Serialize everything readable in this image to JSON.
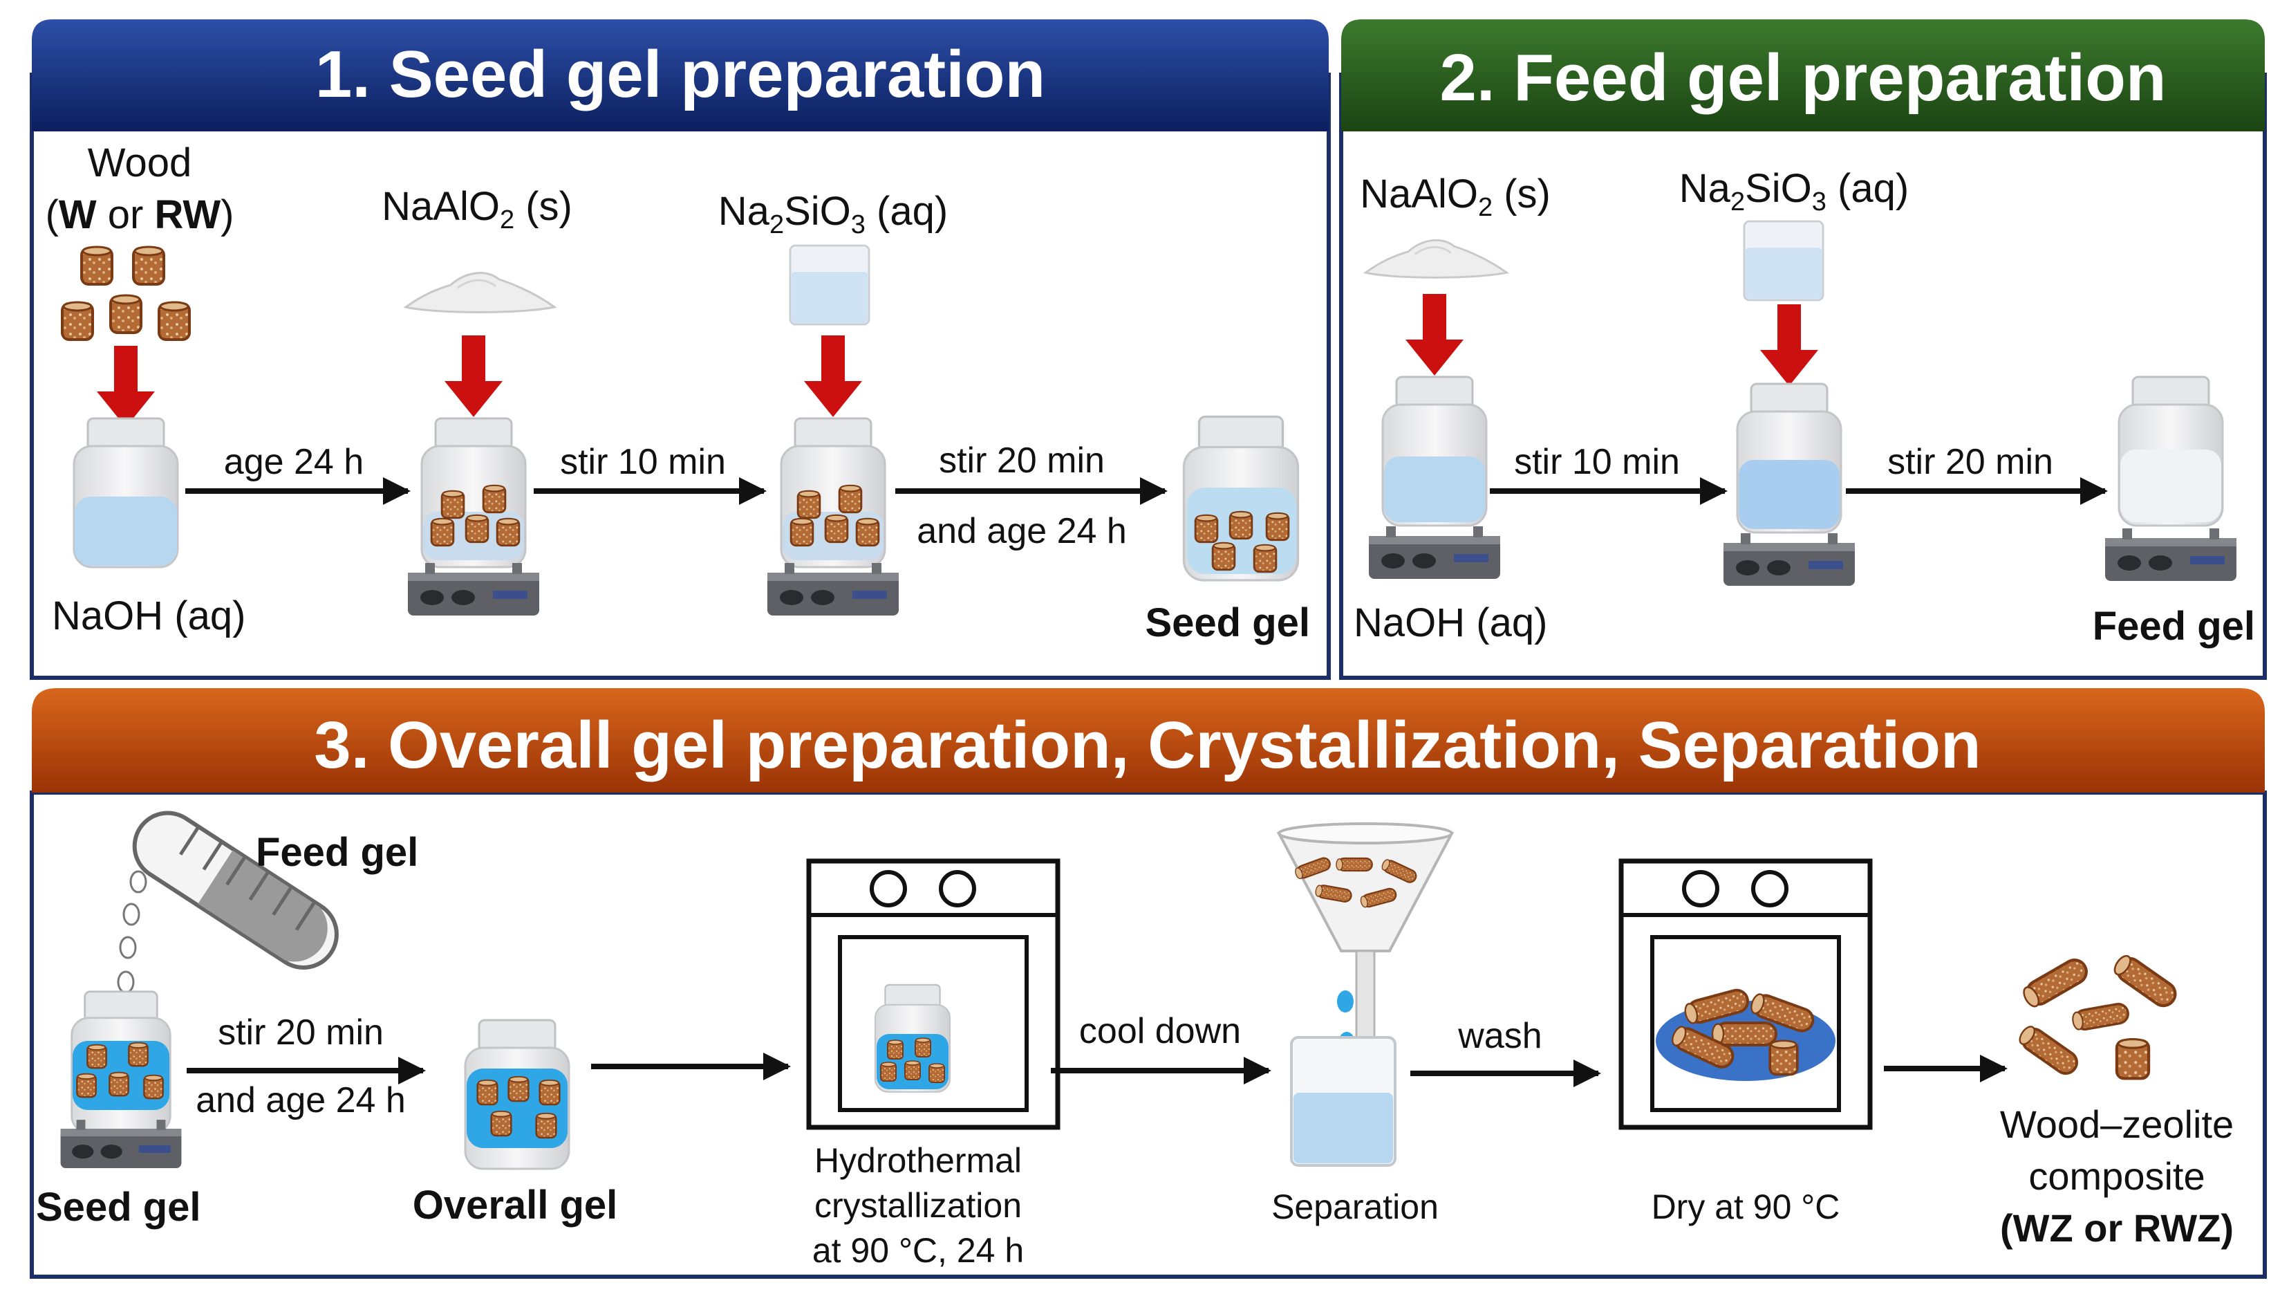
{
  "panels": {
    "seed": {
      "title": "1. Seed gel preparation",
      "color": "#0e2a78"
    },
    "feed": {
      "title": "2. Feed gel preparation",
      "color": "#245a1b"
    },
    "overall": {
      "title": "3. Overall gel preparation, Crystallization, Separation",
      "color": "#b84208"
    }
  },
  "seed": {
    "wood_label": "Wood",
    "wood_w": "W",
    "wood_or": " or ",
    "wood_rw": "RW",
    "naalo2": "NaAlO",
    "naalo2_sub": "2",
    "naalo2_state": " (s)",
    "na2sio3_a": "Na",
    "na2sio3_sub1": "2",
    "na2sio3_b": "SiO",
    "na2sio3_sub2": "3",
    "na2sio3_state": " (aq)",
    "naoh": "NaOH (aq)",
    "step1": "age 24 h",
    "step2": "stir 10 min",
    "step3a": "stir 20 min",
    "step3b": "and age 24 h",
    "result": "Seed gel"
  },
  "feed": {
    "naalo2": "NaAlO",
    "naalo2_sub": "2",
    "naalo2_state": " (s)",
    "na2sio3_a": "Na",
    "na2sio3_sub1": "2",
    "na2sio3_b": "SiO",
    "na2sio3_sub2": "3",
    "na2sio3_state": " (aq)",
    "naoh": "NaOH (aq)",
    "step1": "stir 10 min",
    "step2": "stir 20 min",
    "result": "Feed gel"
  },
  "overall": {
    "feed_gel": "Feed gel",
    "seed_gel": "Seed gel",
    "step1a": "stir 20 min",
    "step1b": "and age 24 h",
    "overall_gel": "Overall gel",
    "hydro1": "Hydrothermal",
    "hydro2": "crystallization",
    "hydro3": "at 90 °C, 24 h",
    "cool": "cool down",
    "separation": "Separation",
    "wash": "wash",
    "dry": "Dry at 90 °C",
    "comp1": "Wood–zeolite",
    "comp2": "composite",
    "comp3": "(WZ or RWZ)"
  },
  "colors": {
    "arrow_red": "#cc1010",
    "liquid_blue": "#2fa6e6",
    "liquid_pale": "#b7d6ef",
    "wood_brown": "#a0522d",
    "stirrer_grey": "#5e6066"
  }
}
